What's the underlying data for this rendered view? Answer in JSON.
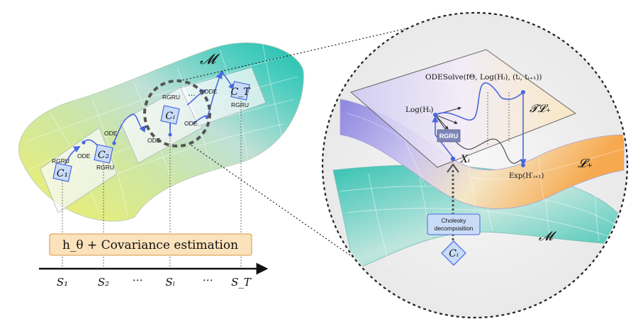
{
  "labels": {
    "manifold_left": "𝓜",
    "manifold_right": "𝓜",
    "tangent_space": "𝓣𝓛₊",
    "cholesky_space": "𝓛₊",
    "ode_solve": "ODESolve(fΘ, Log(Hᵢ), (tᵢ, tᵢ₊₁))",
    "log_h": "Log(Hᵢ)",
    "exp_h": "Exp(H′ᵢ₊₁)",
    "x_i": "Xᵢ",
    "rgru_box": "RGRU",
    "cholesky_box_line1": "Cholesky",
    "cholesky_box_line2": "decomposition",
    "c_i_right": "Cᵢ"
  },
  "left_nodes": [
    "C₁",
    "C₂",
    "Cᵢ",
    "C_T"
  ],
  "left_annotations": {
    "rgru": [
      "RGRU",
      "RGRU",
      "RGRU",
      "RGRU"
    ],
    "ode": [
      "ODE",
      "ODE",
      "ODE",
      "ODE",
      "ODE"
    ],
    "dots": "…"
  },
  "covariance_bar": "h_θ + Covariance estimation",
  "timeline": {
    "ticks": [
      "S₁",
      "S₂",
      "⋯",
      "Sᵢ",
      "⋯",
      "S_T"
    ]
  },
  "colors": {
    "blue": "#4a67e0",
    "node_fill": "#c9dcf7",
    "bar_fill": "#fbe2bb",
    "bar_stroke": "#e0a860",
    "teal": "#2bc2b6",
    "yellow": "#eef06a",
    "orange": "#f6b66a",
    "purple": "#a9a1e8"
  }
}
